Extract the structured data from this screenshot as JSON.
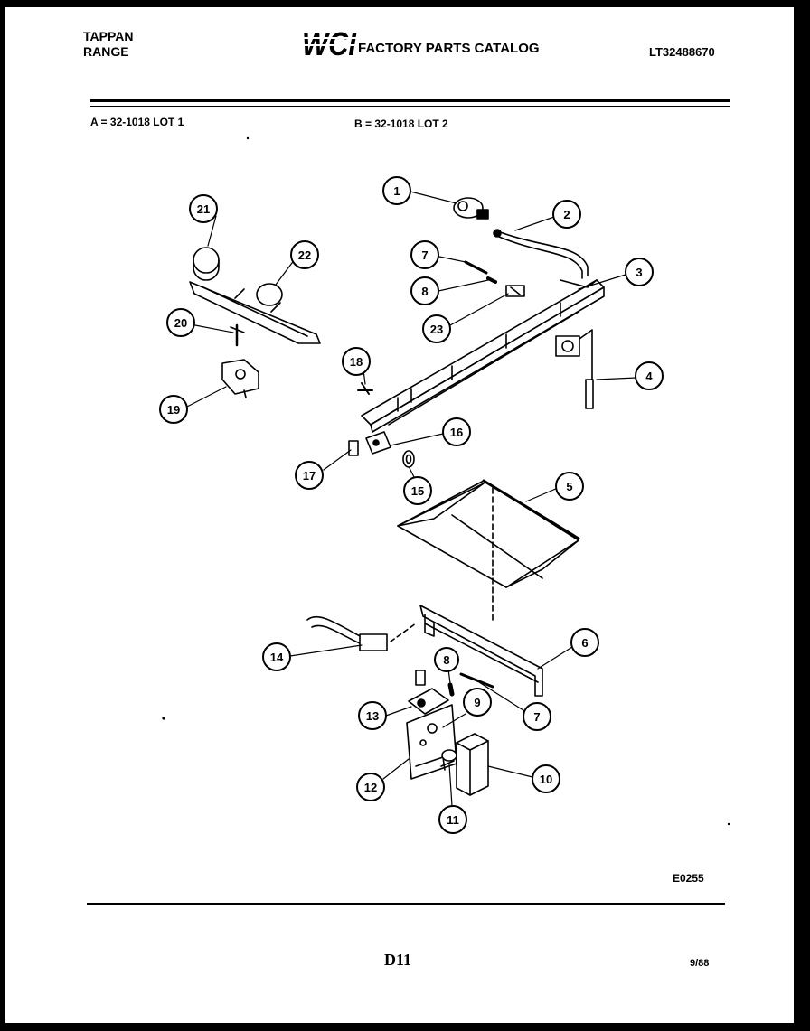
{
  "header": {
    "brand_line1": "TAPPAN",
    "brand_line2": "RANGE",
    "logo_text": "WCI",
    "catalog_title": "FACTORY PARTS CATALOG",
    "model_number": "LT32488670"
  },
  "lots": {
    "a": "A = 32-1018 LOT 1",
    "b": "B = 32-1018 LOT 2"
  },
  "diagram": {
    "callouts": [
      "1",
      "2",
      "3",
      "4",
      "5",
      "6",
      "7",
      "8",
      "9",
      "10",
      "11",
      "12",
      "13",
      "14",
      "15",
      "16",
      "17",
      "18",
      "19",
      "20",
      "21",
      "22",
      "23",
      "7",
      "8"
    ]
  },
  "footer": {
    "drawing_code": "E0255",
    "page_number": "D11",
    "date": "9/88"
  }
}
